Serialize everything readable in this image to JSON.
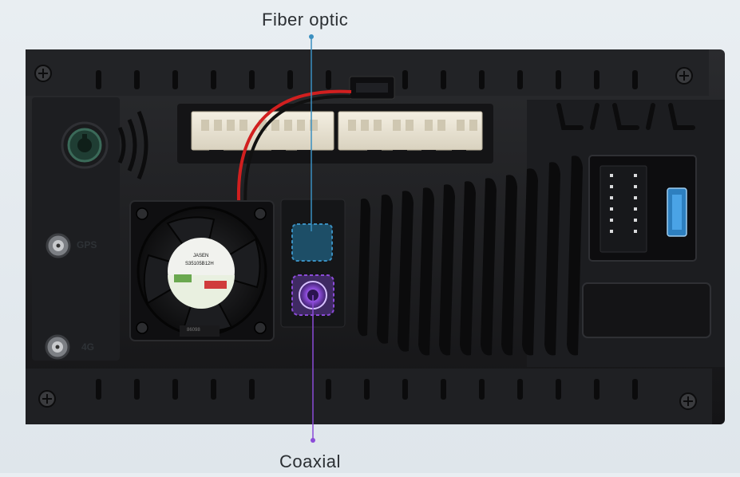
{
  "callouts": {
    "fiber_optic": "Fiber optic",
    "coaxial": "Coaxial"
  },
  "ports": {
    "gps": "GPS",
    "fourg": "4G"
  },
  "fan": {
    "brand": "JASEN",
    "model": "S35105B12H",
    "serial": "86098"
  },
  "colors": {
    "fiber_accent": "#3a8fc0",
    "coax_accent": "#8b4bd8",
    "chassis": "#1b1c1e"
  }
}
